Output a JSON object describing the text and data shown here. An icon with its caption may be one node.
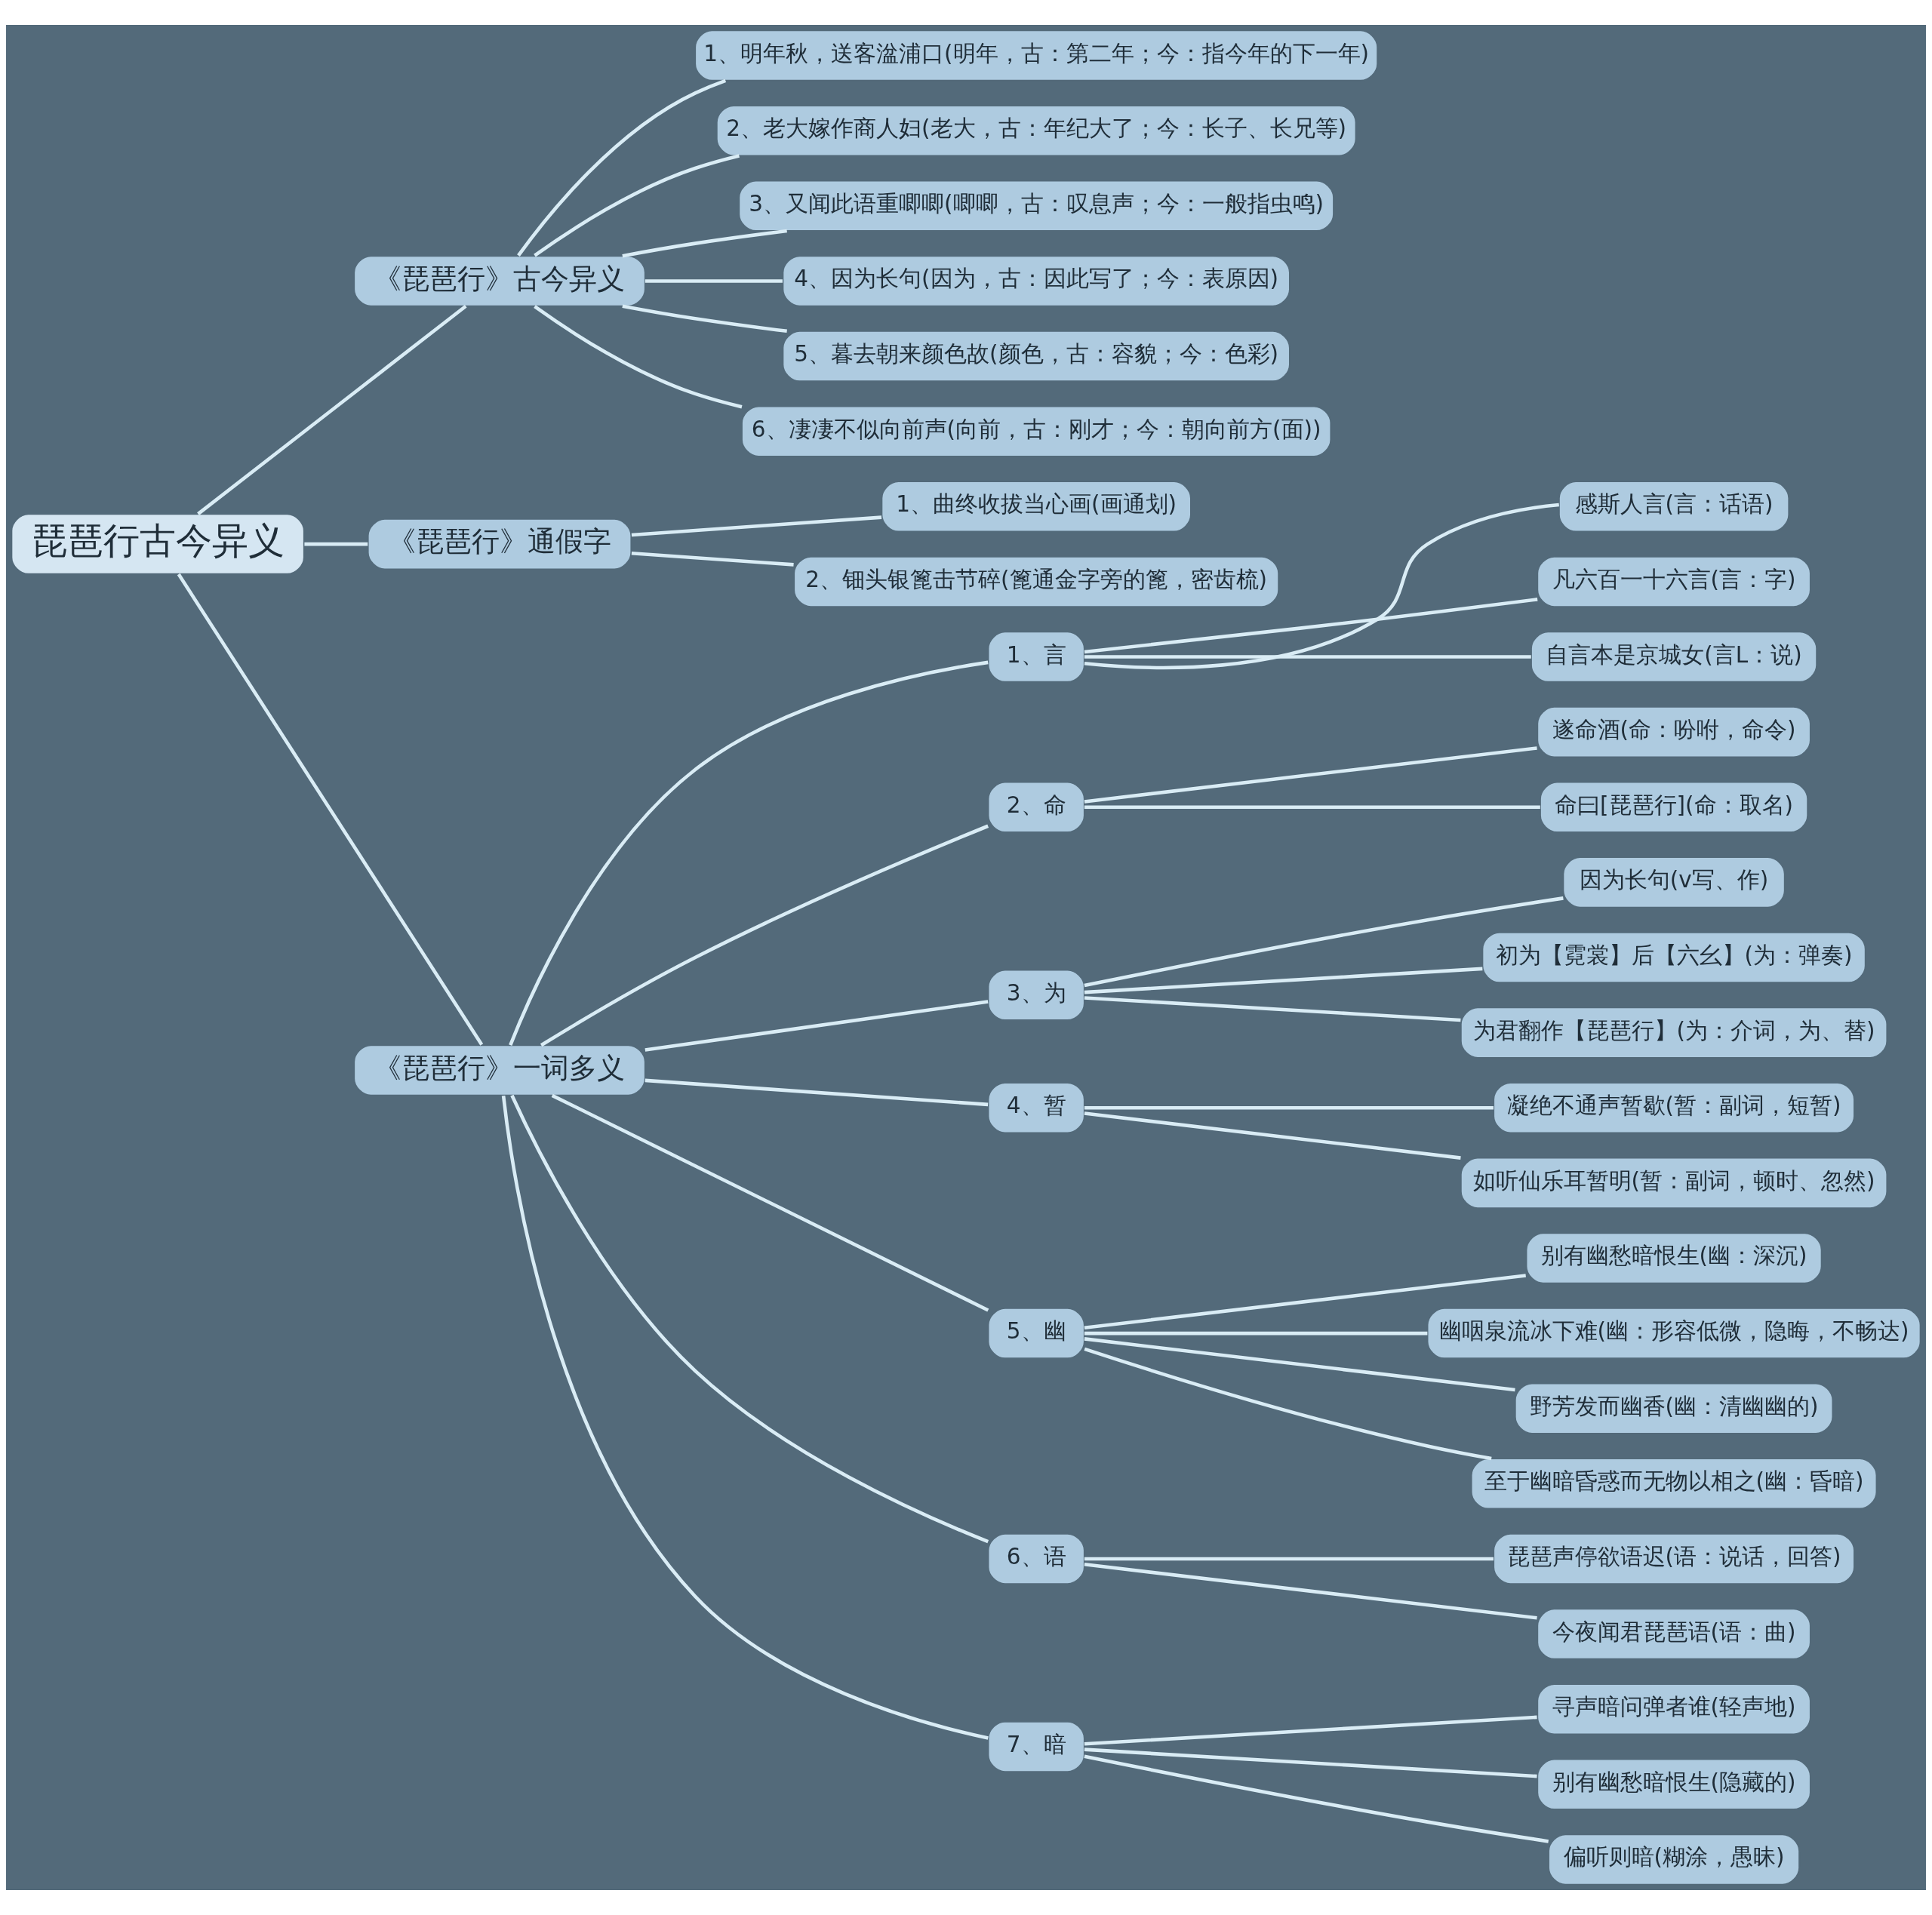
{
  "diagram": {
    "nodes": [
      {
        "text": [
          "琵琶行古今异义"
        ]
      },
      {
        "text": [
          "《琵琶行》古今异义"
        ]
      },
      {
        "text": [
          "1、明年秋，送客湓浦口(明年，古：第二年；今：指今年的下一年)"
        ]
      },
      {
        "text": [
          "2、老大嫁作商人妇(老大，古：年纪大了；今：长子、长兄等)"
        ]
      },
      {
        "text": [
          "3、又闻此语重唧唧(唧唧，古：叹息声；今：一般指虫鸣)"
        ]
      },
      {
        "text": [
          "4、因为长句(因为，古：因此写了；今：表原因)"
        ]
      },
      {
        "text": [
          "5、暮去朝来颜色故(颜色，古：容貌；今：色彩)"
        ]
      },
      {
        "text": [
          "6、凄凄不似向前声(向前，古：刚才；今：朝向前方(面))"
        ]
      },
      {
        "text": [
          "《琵琶行》通假字"
        ]
      },
      {
        "text": [
          "1、曲终收拔当心画(画通划)"
        ]
      },
      {
        "text": [
          "2、钿头银篦击节碎(篦通金字旁的篦，密齿梳)"
        ]
      },
      {
        "text": [
          "《琵琶行》一词多义"
        ]
      },
      {
        "text": [
          "1、言"
        ]
      },
      {
        "text": [
          "感斯人言(言：话语)"
        ]
      },
      {
        "text": [
          "凡六百一十六言(言：字)"
        ]
      },
      {
        "text": [
          "自言本是京城女(言L：说)"
        ]
      },
      {
        "text": [
          "2、命"
        ]
      },
      {
        "text": [
          "遂命酒(命：吩咐，命令)"
        ]
      },
      {
        "text": [
          "命曰[琵琶行](命：取名)"
        ]
      },
      {
        "text": [
          "3、为"
        ]
      },
      {
        "text": [
          "因为长句(v写、作)"
        ]
      },
      {
        "text": [
          "初为【霓裳】后【六幺】(为：弹奏)"
        ]
      },
      {
        "text": [
          "为君翻作【琵琶行】(为：介词，为、替)"
        ]
      },
      {
        "text": [
          "4、暂"
        ]
      },
      {
        "text": [
          "凝绝不通声暂歇(暂：副词，短暂)"
        ]
      },
      {
        "text": [
          "如听仙乐耳暂明(暂：副词，顿时、忽然)"
        ]
      },
      {
        "text": [
          "5、幽"
        ]
      },
      {
        "text": [
          "别有幽愁暗恨生(幽：深沉)"
        ]
      },
      {
        "text": [
          "幽咽泉流冰下难(幽：形容低微，隐晦，不畅达)"
        ]
      },
      {
        "text": [
          "野芳发而幽香(幽：清幽幽的)"
        ]
      },
      {
        "text": [
          "至于幽暗昏惑而无物以相之(幽：昏暗)"
        ]
      },
      {
        "text": [
          "6、语"
        ]
      },
      {
        "text": [
          "琵琶声停欲语迟(语：说话，回答)"
        ]
      },
      {
        "text": [
          "今夜闻君琵琶语(语：曲)"
        ]
      },
      {
        "text": [
          "7、暗"
        ]
      },
      {
        "text": [
          "寻声暗问弹者谁(轻声地)"
        ]
      },
      {
        "text": [
          "别有幽愁暗恨生(隐藏的)"
        ]
      },
      {
        "text": [
          "偏听则暗(糊涂，愚昧)"
        ]
      }
    ],
    "edges": [
      {
        "from": 0,
        "to": 1,
        "arrow": "none"
      },
      {
        "from": 1,
        "to": 2,
        "arrow": "none"
      },
      {
        "from": 1,
        "to": 3,
        "arrow": "none"
      },
      {
        "from": 1,
        "to": 4,
        "arrow": "none"
      },
      {
        "from": 1,
        "to": 5,
        "arrow": "none"
      },
      {
        "from": 1,
        "to": 6,
        "arrow": "none"
      },
      {
        "from": 1,
        "to": 7,
        "arrow": "none"
      },
      {
        "from": 0,
        "to": 8,
        "arrow": "none"
      },
      {
        "from": 8,
        "to": 9,
        "arrow": "none"
      },
      {
        "from": 8,
        "to": 10,
        "arrow": "none"
      },
      {
        "from": 0,
        "to": 11,
        "arrow": "none"
      },
      {
        "from": 11,
        "to": 12,
        "arrow": "none"
      },
      {
        "from": 12,
        "to": 13,
        "arrow": "none"
      },
      {
        "from": 12,
        "to": 14,
        "arrow": "none"
      },
      {
        "from": 12,
        "to": 15,
        "arrow": "none"
      },
      {
        "from": 11,
        "to": 16,
        "arrow": "none"
      },
      {
        "from": 16,
        "to": 17,
        "arrow": "none"
      },
      {
        "from": 16,
        "to": 18,
        "arrow": "none"
      },
      {
        "from": 11,
        "to": 19,
        "arrow": "none"
      },
      {
        "from": 19,
        "to": 20,
        "arrow": "none"
      },
      {
        "from": 19,
        "to": 21,
        "arrow": "none"
      },
      {
        "from": 19,
        "to": 22,
        "arrow": "none"
      },
      {
        "from": 11,
        "to": 23,
        "arrow": "none"
      },
      {
        "from": 23,
        "to": 24,
        "arrow": "none"
      },
      {
        "from": 23,
        "to": 25,
        "arrow": "none"
      },
      {
        "from": 11,
        "to": 26,
        "arrow": "none"
      },
      {
        "from": 26,
        "to": 27,
        "arrow": "none"
      },
      {
        "from": 26,
        "to": 28,
        "arrow": "none"
      },
      {
        "from": 26,
        "to": 29,
        "arrow": "none"
      },
      {
        "from": 26,
        "to": 30,
        "arrow": "none"
      },
      {
        "from": 11,
        "to": 31,
        "arrow": "none"
      },
      {
        "from": 31,
        "to": 32,
        "arrow": "none"
      },
      {
        "from": 31,
        "to": 33,
        "arrow": "none"
      },
      {
        "from": 11,
        "to": 34,
        "arrow": "none"
      },
      {
        "from": 34,
        "to": 35,
        "arrow": "none"
      },
      {
        "from": 34,
        "to": 36,
        "arrow": "none"
      },
      {
        "from": 34,
        "to": 37,
        "arrow": "none"
      }
    ]
  }
}
